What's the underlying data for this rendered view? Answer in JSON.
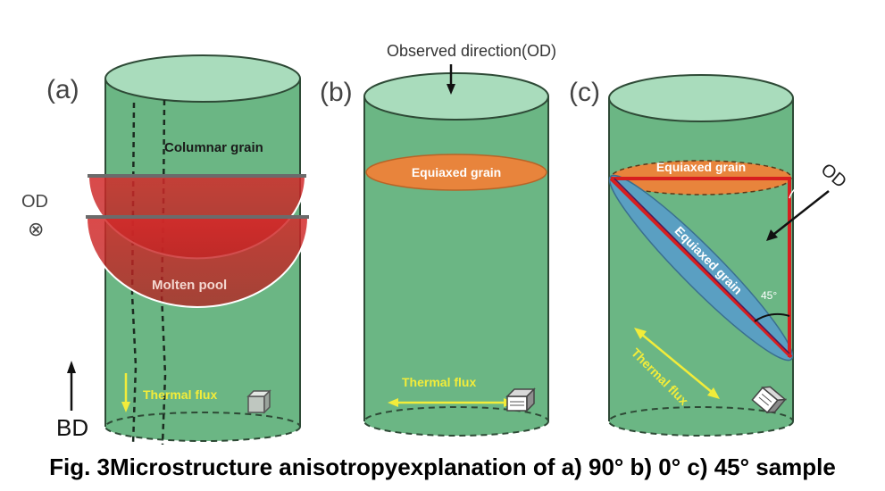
{
  "panels": {
    "a": {
      "label": "(a)",
      "columnar_grain": "Columnar grain",
      "molten_pool": "Molten pool",
      "od_label": "OD",
      "od_symbol": "⊗",
      "bd_label": "BD",
      "thermal_flux": "Thermal flux"
    },
    "b": {
      "label": "(b)",
      "observed_direction": "Observed direction(OD)",
      "equiaxed_grain": "Equiaxed grain",
      "thermal_flux": "Thermal flux"
    },
    "c": {
      "label": "(c)",
      "equiaxed_grain_top": "Equiaxed grain",
      "equiaxed_grain_diag": "Equiaxed grain",
      "od_label": "OD",
      "angle_top": "45°",
      "angle_mid": "45°",
      "thermal_flux": "Thermal flux"
    }
  },
  "caption": "Fig. 3Microstructure anisotropyexplanation of a) 90° b) 0° c) 45° sample",
  "colors": {
    "cylinder_body": "#6bb684",
    "cylinder_top": "#a9dcbc",
    "cylinder_stroke": "#2e4a36",
    "molten_pool": "#d0232b",
    "equiaxed_orange": "#e8843c",
    "equiaxed_blue": "#5a9fc2",
    "thermal_flux_yellow": "#f2ec3a",
    "red_line": "#d71f1f"
  }
}
